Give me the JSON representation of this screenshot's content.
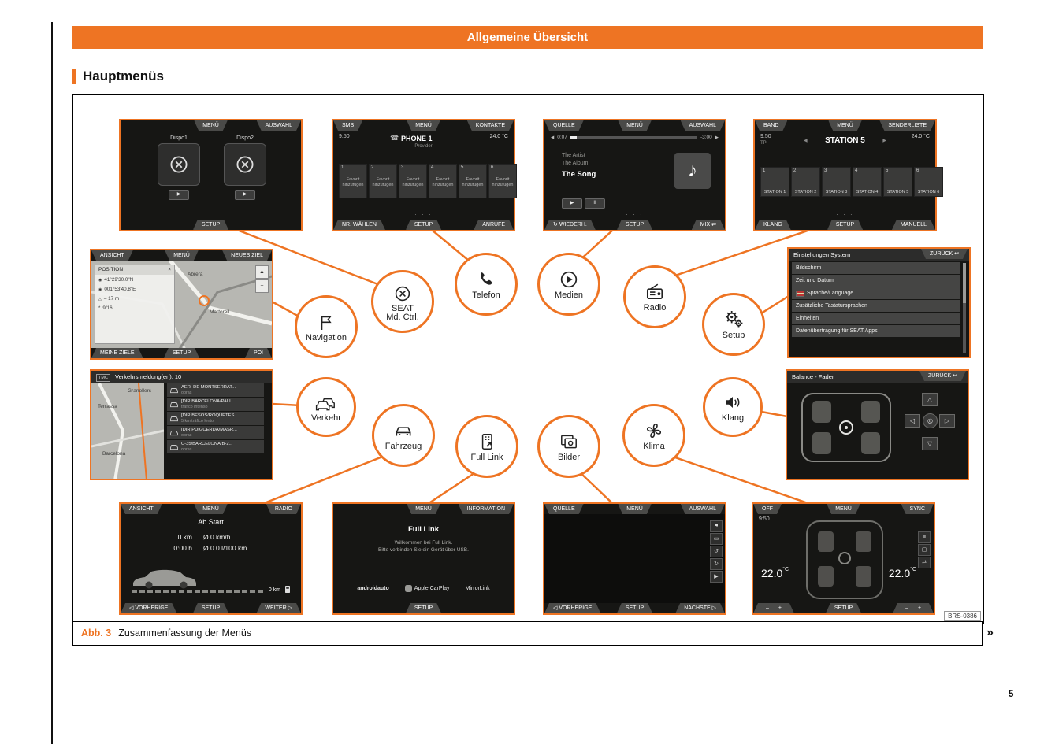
{
  "page": {
    "header": "Allgemeine Übersicht",
    "section_title": "Hauptmenüs",
    "caption_label": "Abb. 3",
    "caption_text": "Zusammenfassung der Menüs",
    "figure_code": "BRS-0386",
    "continue_marker": "»",
    "page_number": "5"
  },
  "colors": {
    "accent": "#ee7423",
    "screen_bg": "#161614",
    "tab_bg": "#4a4a48"
  },
  "glyphs": {
    "play": "▶",
    "pause": "II",
    "prev_small": "◀",
    "next_small": "▶",
    "tri_left": "◁",
    "tri_right": "▷",
    "up": "△",
    "down": "▽",
    "target": "◎",
    "close": "×",
    "back_arrow": "↩",
    "repeat": "↻",
    "shuffle": "⇄",
    "note": "♪",
    "flag": "⚑",
    "rotate_ccw": "↺",
    "rotate_cw": "↻",
    "frame": "▭",
    "dots": "· · ·",
    "minus": "–",
    "plus": "+",
    "phone": "☎",
    "menu_lines": "≡",
    "square": "▢",
    "north": "▲",
    "bullet": "◉",
    "asterisk": "*"
  },
  "hubs": {
    "navigation": "Navigation",
    "seat_line1": "SEAT",
    "seat_line2": "Md. Ctrl.",
    "telefon": "Telefon",
    "medien": "Medien",
    "radio": "Radio",
    "setup": "Setup",
    "verkehr": "Verkehr",
    "fahrzeug": "Fahrzeug",
    "fulllink": "Full Link",
    "bilder": "Bilder",
    "klima": "Klima",
    "klang": "Klang"
  },
  "screens": {
    "dispo": {
      "tab_menu": "MENÜ",
      "tab_auswahl": "AUSWAHL",
      "item1": "Dispo1",
      "item2": "Dispo2",
      "bottom_setup": "SETUP"
    },
    "phone": {
      "tab_sms": "SMS",
      "tab_menu": "MENÜ",
      "tab_kontakte": "KONTAKTE",
      "time": "9:50",
      "title": "PHONE 1",
      "subtitle": "Provider",
      "temp": "24.0 °C",
      "favorites": [
        {
          "num": "1",
          "label": "Favorit hinzufügen"
        },
        {
          "num": "2",
          "label": "Favorit hinzufügen"
        },
        {
          "num": "3",
          "label": "Favorit hinzufügen"
        },
        {
          "num": "4",
          "label": "Favorit hinzufügen"
        },
        {
          "num": "5",
          "label": "Favorit hinzufügen"
        },
        {
          "num": "6",
          "label": "Favorit hinzufügen"
        }
      ],
      "bottom_waehlen": "NR. WÄHLEN",
      "bottom_setup": "SETUP",
      "bottom_anrufe": "ANRUFE"
    },
    "media": {
      "tab_quelle": "QUELLE",
      "tab_menu": "MENÜ",
      "tab_auswahl": "AUSWAHL",
      "elapsed": "0:07",
      "remaining": "-3:00",
      "artist": "The Artist",
      "album": "The Album",
      "song": "The Song",
      "bottom_wiederh": "WIEDERH.",
      "bottom_setup": "SETUP",
      "bottom_mix": "MIX"
    },
    "radio": {
      "tab_band": "BAND",
      "tab_menu": "MENÜ",
      "tab_senderliste": "SENDERLISTE",
      "time": "9:50",
      "tp": "TP",
      "station": "STATION 5",
      "temp": "24.0 °C",
      "presets": [
        {
          "num": "1",
          "label": "STATION 1"
        },
        {
          "num": "2",
          "label": "STATION 2"
        },
        {
          "num": "3",
          "label": "STATION 3"
        },
        {
          "num": "4",
          "label": "STATION 4"
        },
        {
          "num": "5",
          "label": "STATION 5"
        },
        {
          "num": "6",
          "label": "STATION 6"
        }
      ],
      "bottom_klang": "KLANG",
      "bottom_setup": "SETUP",
      "bottom_manuell": "MANUELL"
    },
    "nav": {
      "tab_ansicht": "ANSICHT",
      "tab_menu": "MENÜ",
      "tab_neues_ziel": "NEUES ZIEL",
      "position_label": "POSITION",
      "lat": "41°29'30.0\"N",
      "lon": "001°53'40.8\"E",
      "altitude": "– 17 m",
      "satellites": "9/16",
      "map_label_1": "Abrera",
      "map_label_2": "Martorell",
      "bottom_meine_ziele": "MEINE ZIELE",
      "bottom_setup": "SETUP",
      "bottom_poi": "POI"
    },
    "settings": {
      "title": "Einstellungen System",
      "back": "ZURÜCK",
      "items": [
        "Bildschirm",
        "Zeit und Datum",
        "Sprache/Language",
        "Zusätzliche Tastatursprachen",
        "Einheiten",
        "Datenübertragung für SEAT Apps"
      ]
    },
    "traffic": {
      "tmc": "TMC",
      "title": "Verkehrsmeldung(en): 10",
      "map_label_1": "Terrassa",
      "map_label_2": "Granollers",
      "map_label_3": "Barcelona",
      "messages": [
        {
          "title": "AERI DE MONTSERRAT...",
          "detail": "obras"
        },
        {
          "title": "[DIR.BARCELONA/PALL...",
          "detail": "tráfico intenso"
        },
        {
          "title": "[DIR.BESÒS/ROQUETES...",
          "detail": "5 km tráfico lento"
        },
        {
          "title": "[DIR.PUIGCERDÀ/MASR...",
          "detail": "obras"
        },
        {
          "title": "C-35/BARCELONA/B-2...",
          "detail": "obras"
        }
      ]
    },
    "balance": {
      "title": "Balance - Fader",
      "back": "ZURÜCK"
    },
    "trip": {
      "tab_ansicht": "ANSICHT",
      "tab_menu": "MENÜ",
      "tab_radio": "RADIO",
      "title": "Ab Start",
      "distance": "0 km",
      "time": "0:00 h",
      "avg_speed": "Ø 0  km/h",
      "avg_consumption": "Ø 0.0  l/100 km",
      "range": "0 km",
      "bottom_vorherige": "VORHERIGE",
      "bottom_setup": "SETUP",
      "bottom_weiter": "WEITER"
    },
    "fulllink": {
      "tab_menu": "MENÜ",
      "tab_information": "INFORMATION",
      "title": "Full Link",
      "message_1": "Willkommen bei Full Link.",
      "message_2": "Bitte verbinden Sie ein Gerät über USB.",
      "logo_android": "androidauto",
      "logo_carplay": "Apple CarPlay",
      "logo_mirrorlink": "MirrorLink",
      "bottom_setup": "SETUP"
    },
    "pictures": {
      "tab_quelle": "QUELLE",
      "tab_menu": "MENÜ",
      "tab_auswahl": "AUSWAHL",
      "bottom_vorherige": "VORHERIGE",
      "bottom_setup": "SETUP",
      "bottom_naechste": "NÄCHSTE"
    },
    "climate": {
      "tab_off": "OFF",
      "tab_menu": "MENÜ",
      "tab_sync": "SYNC",
      "time": "9:50",
      "temp_left": "22.0",
      "temp_right": "22.0",
      "temp_unit": "°C",
      "bottom_setup": "SETUP"
    }
  }
}
